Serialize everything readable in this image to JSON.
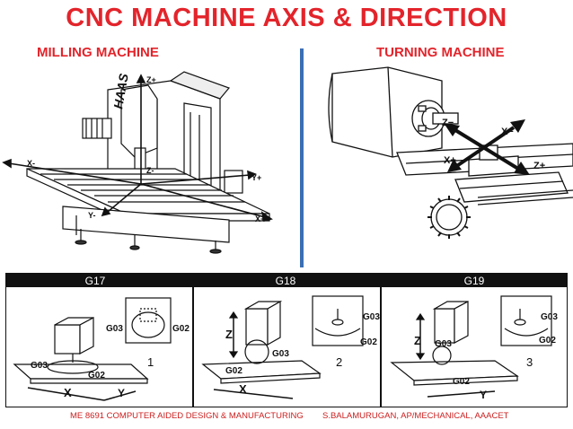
{
  "title": "CNC MACHINE AXIS & DIRECTION",
  "milling": {
    "label": "MILLING MACHINE",
    "brand": "HAAS",
    "axes": {
      "z_plus": "Z+",
      "z_minus": "Z-",
      "x_minus": "X-",
      "x_plus": "X+",
      "y_plus": "Y+",
      "y_minus": "Y-"
    }
  },
  "turning": {
    "label": "TURNING MACHINE",
    "axes": {
      "z_minus": "Z−",
      "x_minus": "X−",
      "x_plus": "X+",
      "z_plus": "Z+"
    }
  },
  "planes": [
    {
      "name": "G17",
      "g03": "G03",
      "g02": "G02",
      "g03_part": "G03",
      "g02_part": "G02",
      "number": "1",
      "axis1": "X",
      "axis2": "Y"
    },
    {
      "name": "G18",
      "g03": "G03",
      "g02": "G02",
      "g03_part": "G03",
      "g02_part": "G02",
      "number": "2",
      "axis1": "Z",
      "axis2": "X"
    },
    {
      "name": "G19",
      "g03": "G03",
      "g02": "G02",
      "g03_part": "G03",
      "g02_part": "G02",
      "number": "3",
      "axis1": "Z",
      "axis2": "Y"
    }
  ],
  "footer": {
    "left": "ME 8691 COMPUTER AIDED DESIGN & MANUFACTURING",
    "right": "S.BALAMURUGAN, AP/MECHANICAL, AAACET"
  },
  "colors": {
    "title": "#e3242b",
    "divider": "#3b6fb5",
    "line": "#111111"
  }
}
